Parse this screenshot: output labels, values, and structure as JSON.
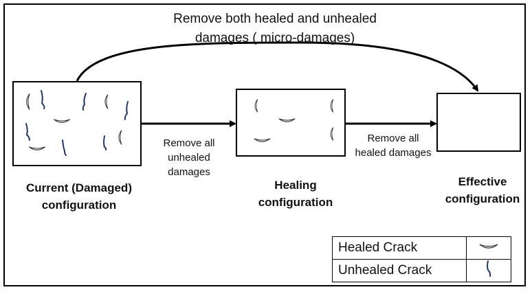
{
  "top_edge": {
    "label_line1": "Remove both healed and unhealed",
    "label_line2": "damages ( micro-damages)"
  },
  "nodes": {
    "current": {
      "line1": "Current (Damaged)",
      "line2": "configuration"
    },
    "healing": {
      "line1": "Healing",
      "line2": "configuration"
    },
    "effective": {
      "line1": "Effective",
      "line2": "configuration"
    }
  },
  "edges": {
    "current_to_healing": {
      "line1": "Remove all",
      "line2": "unhealed",
      "line3": "damages"
    },
    "healing_to_effective": {
      "line1": "Remove all",
      "line2": "healed damages"
    }
  },
  "legend": {
    "healed": "Healed Crack",
    "unhealed": "Unhealed Crack"
  },
  "colors": {
    "unhealed_crack": "#1f3864",
    "healed_crack": "#333333",
    "stroke": "#000000"
  }
}
